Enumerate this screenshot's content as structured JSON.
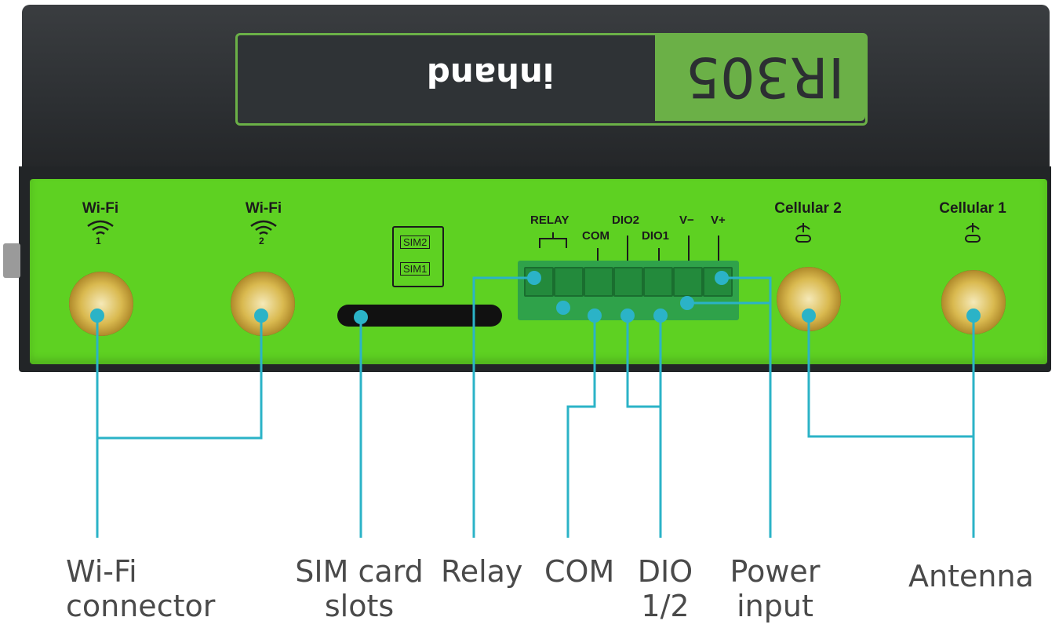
{
  "device": {
    "brand_logo": "inhand",
    "model": "IR305"
  },
  "ports": {
    "wifi1_label": "Wi-Fi",
    "wifi1_num": "1",
    "wifi2_label": "Wi-Fi",
    "wifi2_num": "2",
    "cell2_label": "Cellular 2",
    "cell1_label": "Cellular 1",
    "sim2": "SIM2",
    "sim1": "SIM1"
  },
  "terminal": {
    "relay": "RELAY",
    "com": "COM",
    "dio2": "DIO2",
    "dio1": "DIO1",
    "vminus": "V−",
    "vplus": "V+"
  },
  "callouts": {
    "wifi_line1": "Wi-Fi",
    "wifi_line2": "connector",
    "sim_line1": "SIM card",
    "sim_line2": "slots",
    "relay": "Relay",
    "com": "COM",
    "dio_line1": "DIO",
    "dio_line2": "1/2",
    "power_line1": "Power",
    "power_line2": "input",
    "antenna": "Antenna"
  },
  "colors": {
    "panel_green": "#5ed122",
    "callout_line": "#2bb3c7",
    "housing": "#2c2f32"
  }
}
